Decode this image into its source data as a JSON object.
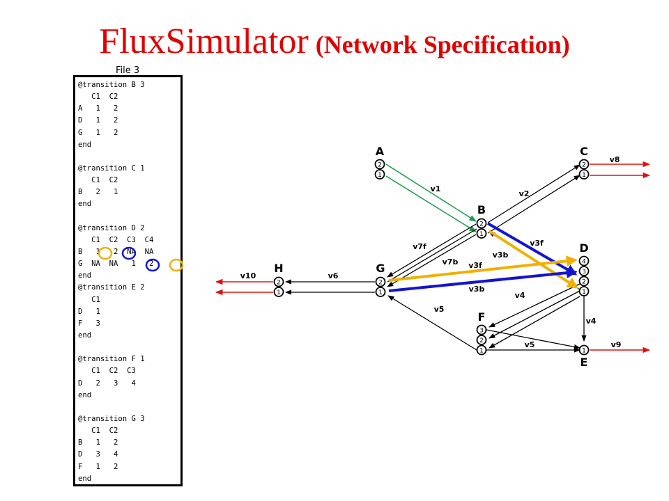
{
  "title": {
    "main": "FluxSimulator",
    "sub": "(Network Specification)"
  },
  "file_label": "File 3",
  "code_lines": [
    "@transition B 3",
    "   C1  C2",
    "A   1   2",
    "D   1   2",
    "G   1   2",
    "end",
    "",
    "@transition C 1",
    "   C1  C2",
    "B   2   1",
    "end",
    "",
    "@transition D 2",
    "   C1  C2  C3  C4",
    "B   1   2  NA  NA",
    "G  NA  NA   1   2",
    "end",
    "@transition E 2",
    "   C1",
    "D   1",
    "F   3",
    "end",
    "",
    "@transition F 1",
    "   C1  C2  C3",
    "D   2   3   4",
    "end",
    "",
    "@transition G 3",
    "   C1  C2",
    "B   1   2",
    "D   3   4",
    "F   1   2",
    "end"
  ],
  "network": {
    "nodes": [
      {
        "id": "A",
        "label": "A",
        "ports": [
          "2",
          "1"
        ]
      },
      {
        "id": "B",
        "label": "B",
        "ports": [
          "2",
          "1"
        ]
      },
      {
        "id": "C",
        "label": "C",
        "ports": [
          "2",
          "1"
        ]
      },
      {
        "id": "D",
        "label": "D",
        "ports": [
          "4",
          "3",
          "2",
          "1"
        ]
      },
      {
        "id": "E",
        "label": "E",
        "ports": [
          "1"
        ]
      },
      {
        "id": "F",
        "label": "F",
        "ports": [
          "3",
          "2",
          "1"
        ]
      },
      {
        "id": "G",
        "label": "G",
        "ports": [
          "2",
          "1"
        ]
      },
      {
        "id": "H",
        "label": "H",
        "ports": [
          "2",
          "1"
        ]
      }
    ],
    "edge_labels": [
      "v1",
      "v2",
      "v8",
      "v3f",
      "v3b",
      "v7f",
      "v7b",
      "v3f",
      "v3b",
      "v10",
      "v6",
      "v4",
      "v5",
      "v4",
      "v5",
      "v9"
    ],
    "colors": {
      "green": "#1a9a4a",
      "red": "#e01010",
      "blue": "#1414d0",
      "yellow": "#f0b000",
      "black": "#000000"
    }
  }
}
